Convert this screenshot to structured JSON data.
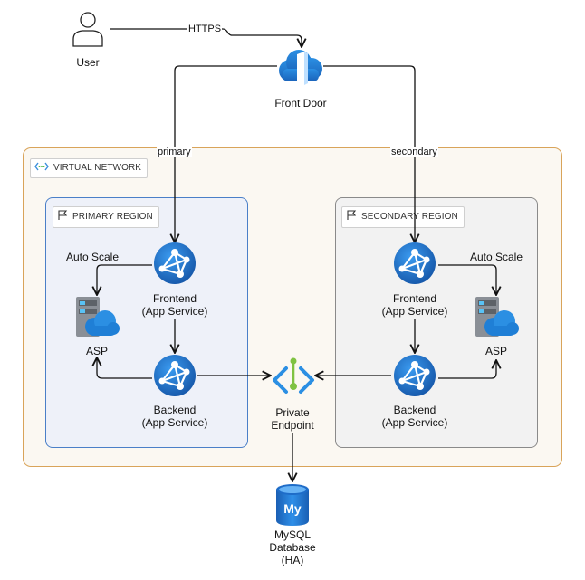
{
  "nodes": {
    "user": "User",
    "front_door": "Front Door",
    "frontend_primary": "Frontend\n(App Service)",
    "backend_primary": "Backend\n(App Service)",
    "asp_primary": "ASP",
    "frontend_secondary": "Frontend\n(App Service)",
    "backend_secondary": "Backend\n(App Service)",
    "asp_secondary": "ASP",
    "private_endpoint": "Private\nEndpoint",
    "mysql": "MySQL\nDatabase\n(HA)",
    "mysql_logo_text": "My"
  },
  "groups": {
    "vnet": "VIRTUAL NETWORK",
    "primary": "PRIMARY REGION",
    "secondary": "SECONDARY REGION"
  },
  "edges": {
    "https": "HTTPS",
    "primary": "primary",
    "secondary": "secondary",
    "autoscale_left": "Auto Scale",
    "autoscale_right": "Auto Scale"
  },
  "colors": {
    "vnet_border": "#d9a45a",
    "primary_border": "#4a7fc8",
    "secondary_border": "#8a8a8a",
    "azure_blue": "#1f7fd6"
  }
}
